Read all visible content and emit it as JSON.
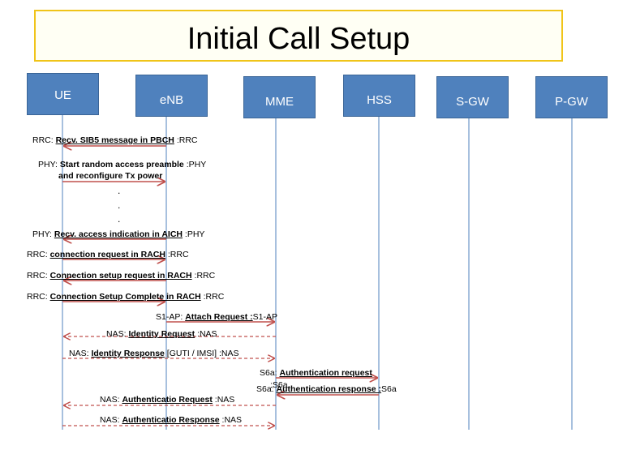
{
  "title": "Initial Call Setup",
  "entities": [
    "UE",
    "eNB",
    "MME",
    "HSS",
    "S-GW",
    "P-GW"
  ],
  "messages": [
    {
      "pre": "RRC:",
      "bold": "Recv. SIB5 message in  PBCH",
      "post": ":RRC"
    },
    {
      "pre": "PHY:",
      "bold": "Start random access preamble",
      "post": ":PHY",
      "line2": "and reconfigure Tx power"
    },
    {
      "pre": "PHY:",
      "bold": "Recv. access indication in AICH",
      "post": ":PHY"
    },
    {
      "pre": "RRC:",
      "bold": "connection request in RACH",
      "post": ":RRC"
    },
    {
      "pre": "RRC:",
      "bold": "Connection setup request  in RACH",
      "post": ":RRC"
    },
    {
      "pre": "RRC:",
      "bold": "Connection Setup Complete in  RACH",
      "post": ":RRC"
    },
    {
      "pre": "S1-AP:",
      "bold": "Attach Request :",
      "post": "S1-AP"
    },
    {
      "pre": "NAS:",
      "bold": "Identity Request",
      "post": ":NAS"
    },
    {
      "pre": "NAS:",
      "bold": "Identity Response",
      "post": " [GUTI / IMSI] :NAS"
    },
    {
      "pre": "S6a:",
      "bold": "Authentication  request",
      "post": "",
      "line2": ":S6a"
    },
    {
      "pre": "S6a:",
      "bold": "Authentication  response :",
      "post": "S6a"
    },
    {
      "pre": "NAS:",
      "bold": "Authenticatio Request",
      "post": ":NAS"
    },
    {
      "pre": "NAS:",
      "bold": "Authenticatio Response",
      "post": ":NAS"
    }
  ],
  "ellipsis": [
    ".",
    ".",
    "."
  ],
  "colors": {
    "arrow": "#c0504d",
    "lifeline": "#4f81bd",
    "node": "#4f81bd",
    "title_border": "#f0c419"
  }
}
